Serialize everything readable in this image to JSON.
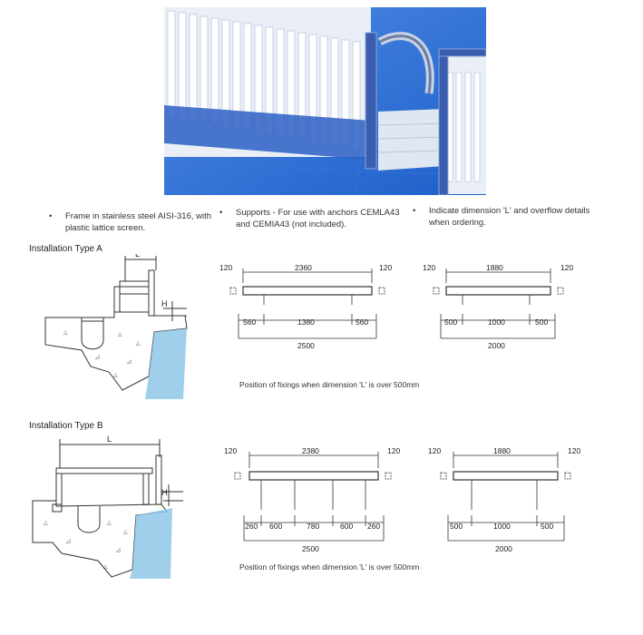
{
  "bullets": [
    "Frame in stainless steel AISI-316, with plastic lattice screen.",
    "Supports - For use with anchors CEMLA43 and CEMIA43 (not included).",
    "Indicate dimension 'L' and overflow details when ordering."
  ],
  "bullet_lines": [
    [
      "Frame in stainless steel AISI-316, with",
      "plastic lattice screen."
    ],
    [
      "Supports - For use with anchors CEMLA43",
      "and CEMIA43 (not included)."
    ],
    [
      "Indicate dimension 'L' and overflow details",
      "when ordering."
    ]
  ],
  "type_a": {
    "title": "Installation Type A",
    "section_labels": {
      "L": "L",
      "H": "H"
    },
    "diagram1": {
      "left_clear": "120",
      "right_clear": "120",
      "top_length": "2360",
      "seg1": "560",
      "seg2": "1380",
      "seg3": "560",
      "total": "2500"
    },
    "diagram2": {
      "left_clear": "120",
      "right_clear": "120",
      "top_length": "1880",
      "seg1": "500",
      "seg2": "1000",
      "seg3": "500",
      "total": "2000"
    },
    "caption": "Position of fixings when dimension 'L' is over 500mm"
  },
  "type_b": {
    "title": "Installation Type B",
    "section_labels": {
      "L": "L",
      "H": "H"
    },
    "diagram1": {
      "left_clear": "120",
      "right_clear": "120",
      "top_length": "2380",
      "seg1": "260",
      "seg2": "600",
      "seg3": "780",
      "seg4": "600",
      "seg5": "260",
      "total": "2500"
    },
    "diagram2": {
      "left_clear": "120",
      "right_clear": "120",
      "top_length": "1880",
      "seg1": "500",
      "seg2": "1000",
      "seg3": "500",
      "total": "2000"
    },
    "caption": "Position of fixings when dimension 'L' is over 500mm"
  },
  "colors": {
    "pool_blue": "#2f6fd6",
    "water_blue": "#8ec7e8",
    "frame_steel": "#9aa6c4",
    "line": "#333333"
  }
}
